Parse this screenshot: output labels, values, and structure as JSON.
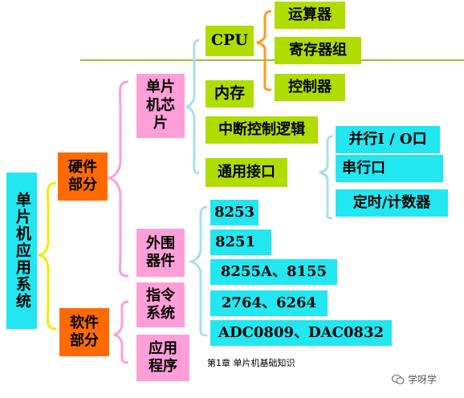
{
  "root": {
    "label": "单片机应用系统"
  },
  "hardware": {
    "label": "硬件部分"
  },
  "software": {
    "label": "软件部分"
  },
  "chip": {
    "label": "单片机芯片"
  },
  "peripheral": {
    "label": "外围器件"
  },
  "instruction": {
    "label": "指令系统"
  },
  "program": {
    "label": "应用程序"
  },
  "cpu": {
    "label": "CPU"
  },
  "memory": {
    "label": "内存"
  },
  "interrupt": {
    "label": "中断控制逻辑"
  },
  "io": {
    "label": "通用接口"
  },
  "cpu_parts": [
    "运算器",
    "寄存器组",
    "控制器"
  ],
  "io_parts": [
    "并行I / O口",
    "串行口",
    "定时/计数器"
  ],
  "peripherals": [
    "8253",
    "8251",
    "8255A、8155",
    "2764、6264",
    "ADC0809、DAC0832"
  ],
  "caption": "第1章 单片机基础知识",
  "watermark": "学呀学",
  "colors": {
    "cyan": "#22e6f0",
    "orange": "#ff6a00",
    "pink": "#ff9ed8",
    "green": "#b0dc00",
    "yellow": "#f5e800",
    "rule": "#9abf3a"
  }
}
